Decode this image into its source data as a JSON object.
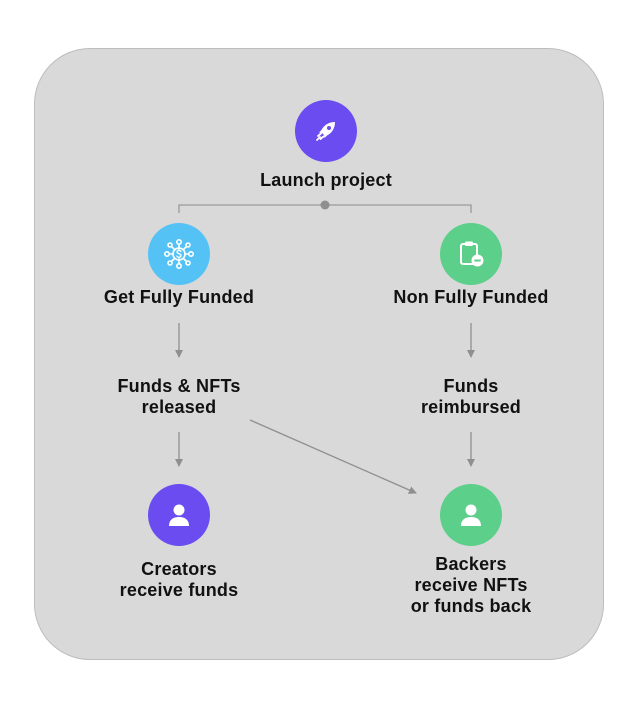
{
  "diagram": {
    "nodes": {
      "launch": {
        "label": "Launch project",
        "icon": "rocket-icon",
        "color": "#6a4cf0"
      },
      "fully_funded": {
        "label": "Get Fully Funded",
        "icon": "funding-network-icon",
        "color": "#55c2f5"
      },
      "non_fully_funded": {
        "label": "Non Fully Funded",
        "icon": "clipboard-minus-icon",
        "color": "#5ccf8a"
      },
      "funds_released": {
        "label": "Funds & NFTs\nreleased"
      },
      "funds_reimbursed": {
        "label": "Funds\nreimbursed"
      },
      "creators": {
        "label": "Creators\nreceive funds",
        "icon": "user-icon",
        "color": "#6a4cf0"
      },
      "backers": {
        "label": "Backers\nreceive NFTs\nor funds back",
        "icon": "user-icon",
        "color": "#5ccf8a"
      }
    },
    "edges": [
      {
        "from": "launch",
        "to": "fully_funded"
      },
      {
        "from": "launch",
        "to": "non_fully_funded"
      },
      {
        "from": "fully_funded",
        "to": "funds_released"
      },
      {
        "from": "non_fully_funded",
        "to": "funds_reimbursed"
      },
      {
        "from": "funds_released",
        "to": "creators"
      },
      {
        "from": "funds_released",
        "to": "backers"
      },
      {
        "from": "funds_reimbursed",
        "to": "backers"
      }
    ],
    "colors": {
      "panel_background": "#d9d9d9",
      "connector": "#8f8f8f",
      "text": "#111111"
    }
  }
}
